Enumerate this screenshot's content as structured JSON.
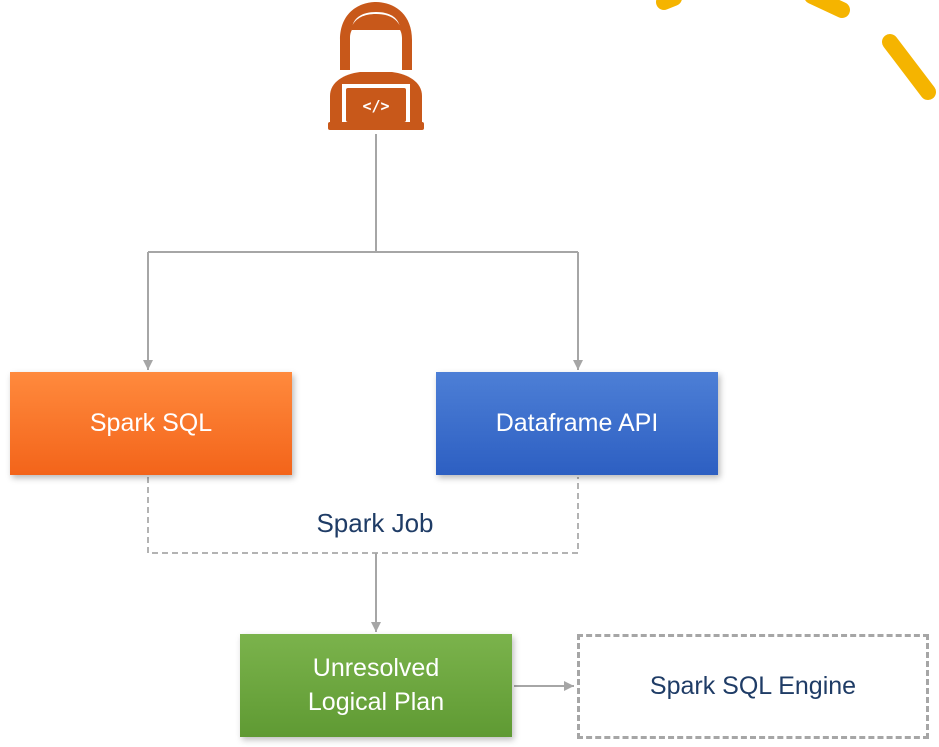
{
  "nodes": {
    "spark_sql": "Spark SQL",
    "dataframe_api": "Dataframe API",
    "spark_job": "Spark Job",
    "unresolved_line1": "Unresolved",
    "unresolved_line2": "Logical Plan",
    "spark_sql_engine": "Spark SQL Engine"
  },
  "icons": {
    "developer": "developer-laptop-icon",
    "laptop_glyph": "</>"
  },
  "colors": {
    "spark_sql": "#f3641a",
    "dataframe_api": "#2d5fc2",
    "unresolved_logical_plan": "#5f9a33",
    "developer_icon": "#c8581a",
    "decoration": "#f5b400",
    "text_dark": "#1f3c66",
    "connector": "#a6a6a6"
  }
}
